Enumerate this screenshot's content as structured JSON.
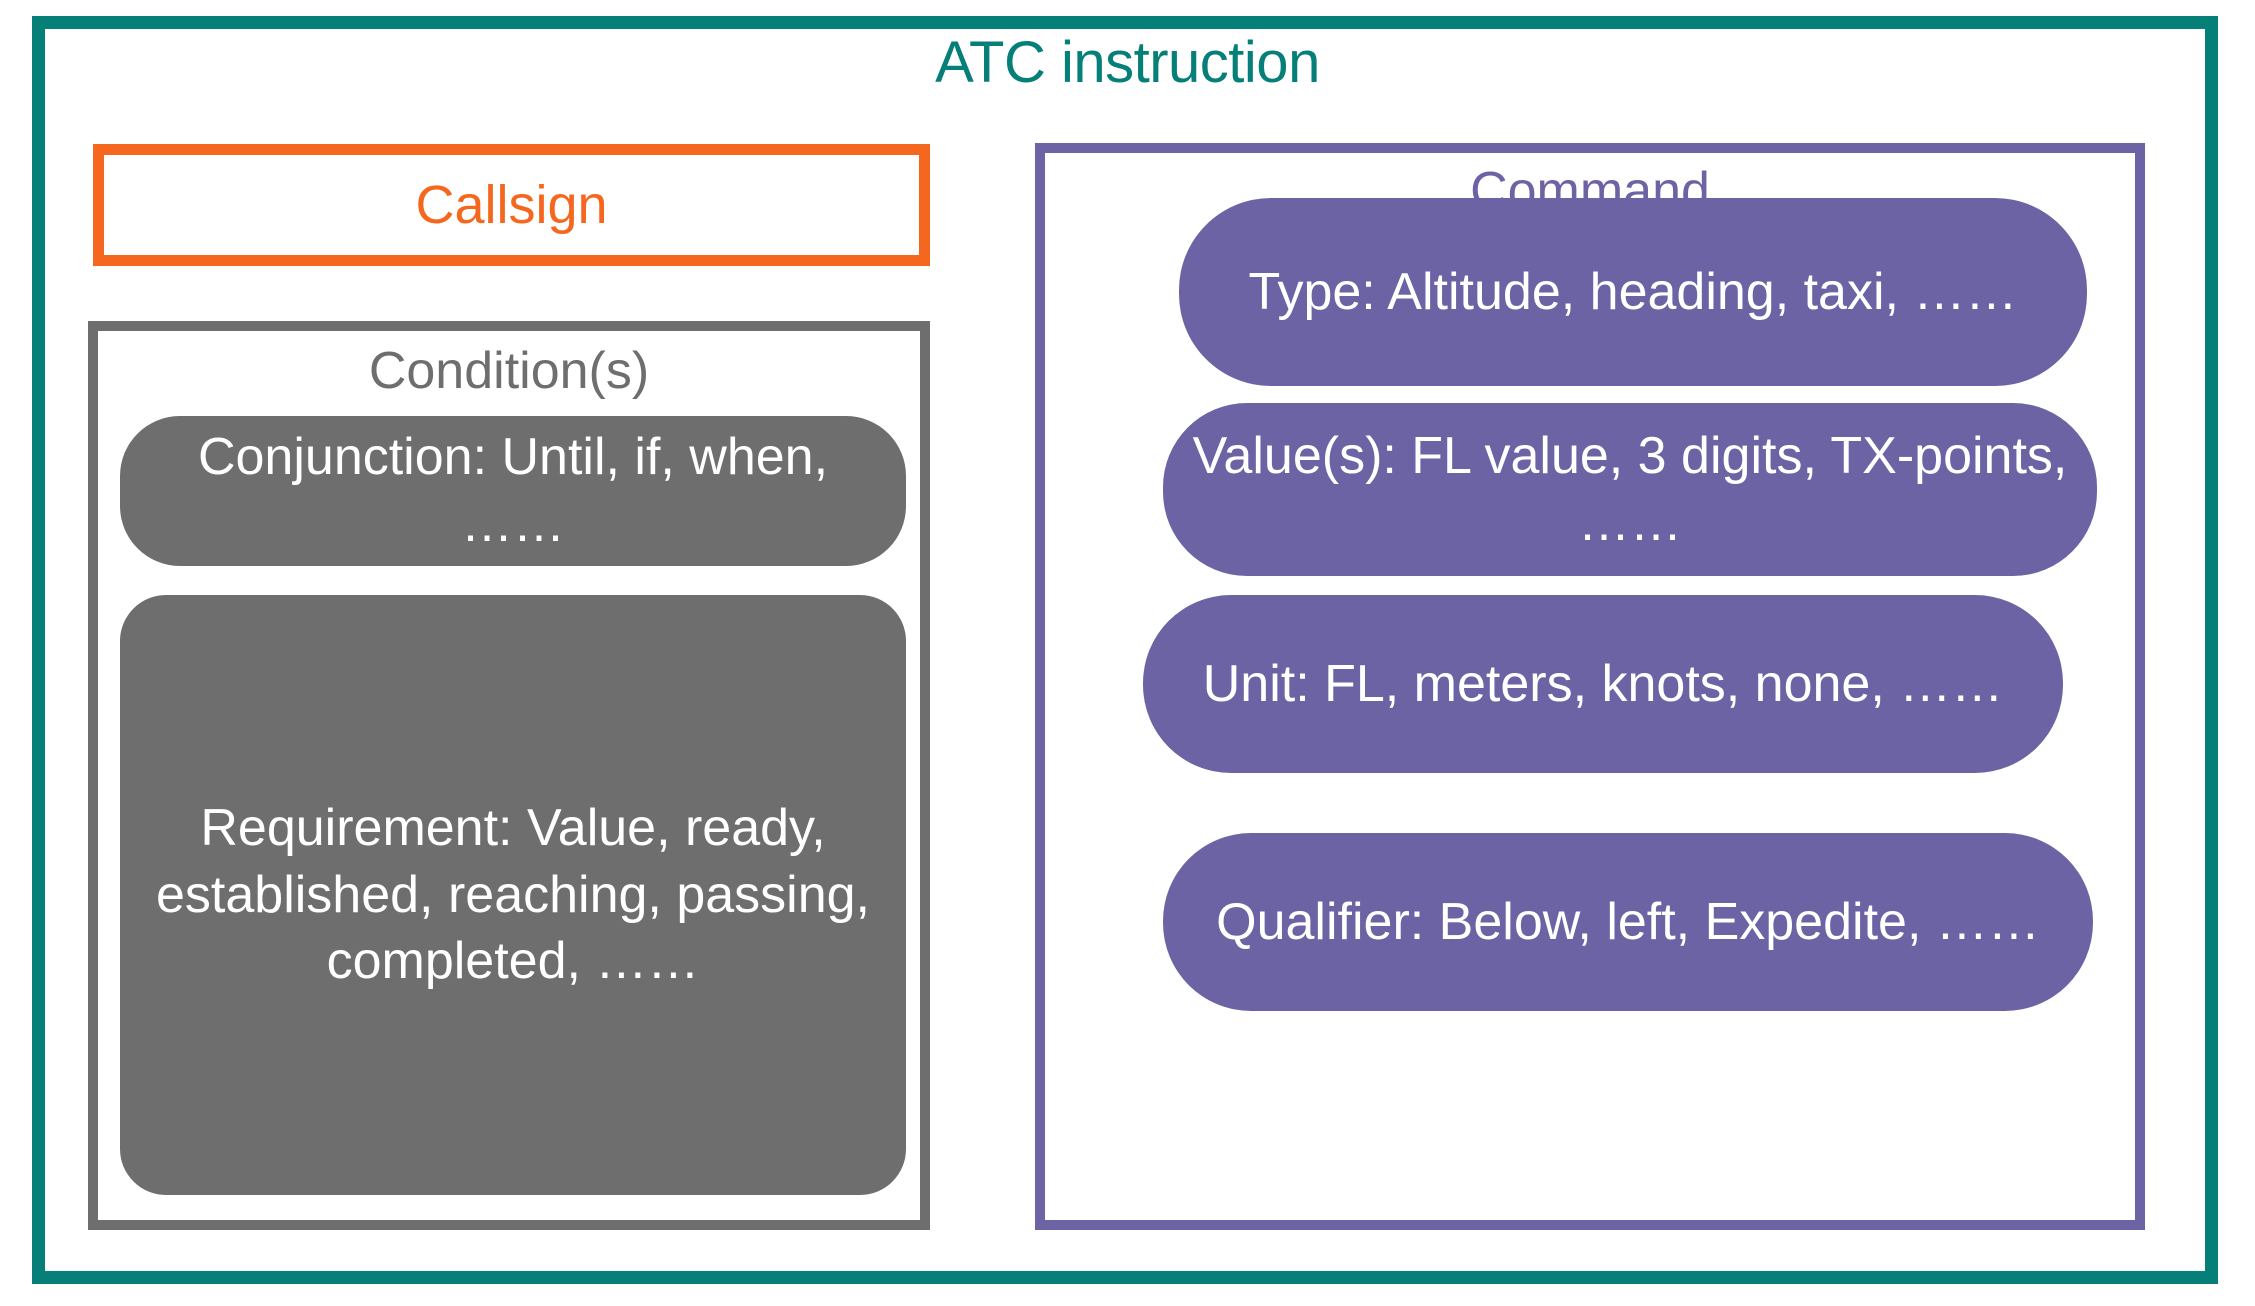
{
  "diagram": {
    "title": "ATC instruction",
    "colors": {
      "frame_teal": "#057F78",
      "callsign_orange": "#F5671F",
      "condition_gray": "#6E6E6E",
      "command_purple": "#6C63A5",
      "pill_text": "#FFFFFF",
      "background": "#FFFFFF"
    }
  },
  "callsign": {
    "label": "Callsign"
  },
  "condition": {
    "title": "Condition(s)",
    "items": [
      {
        "name": "conjunction",
        "text": "Conjunction: Until, if, when, ……"
      },
      {
        "name": "requirement",
        "text": "Requirement: Value, ready, established, reaching, passing, completed, ……"
      }
    ]
  },
  "command": {
    "title": "Command",
    "items": [
      {
        "name": "type",
        "text": "Type: Altitude, heading, taxi, ……"
      },
      {
        "name": "values",
        "text": "Value(s): FL value, 3 digits, TX-points, ……"
      },
      {
        "name": "unit",
        "text": "Unit: FL, meters, knots, none, ……"
      },
      {
        "name": "qualifier",
        "text": "Qualifier: Below, left, Expedite, ……"
      }
    ]
  }
}
